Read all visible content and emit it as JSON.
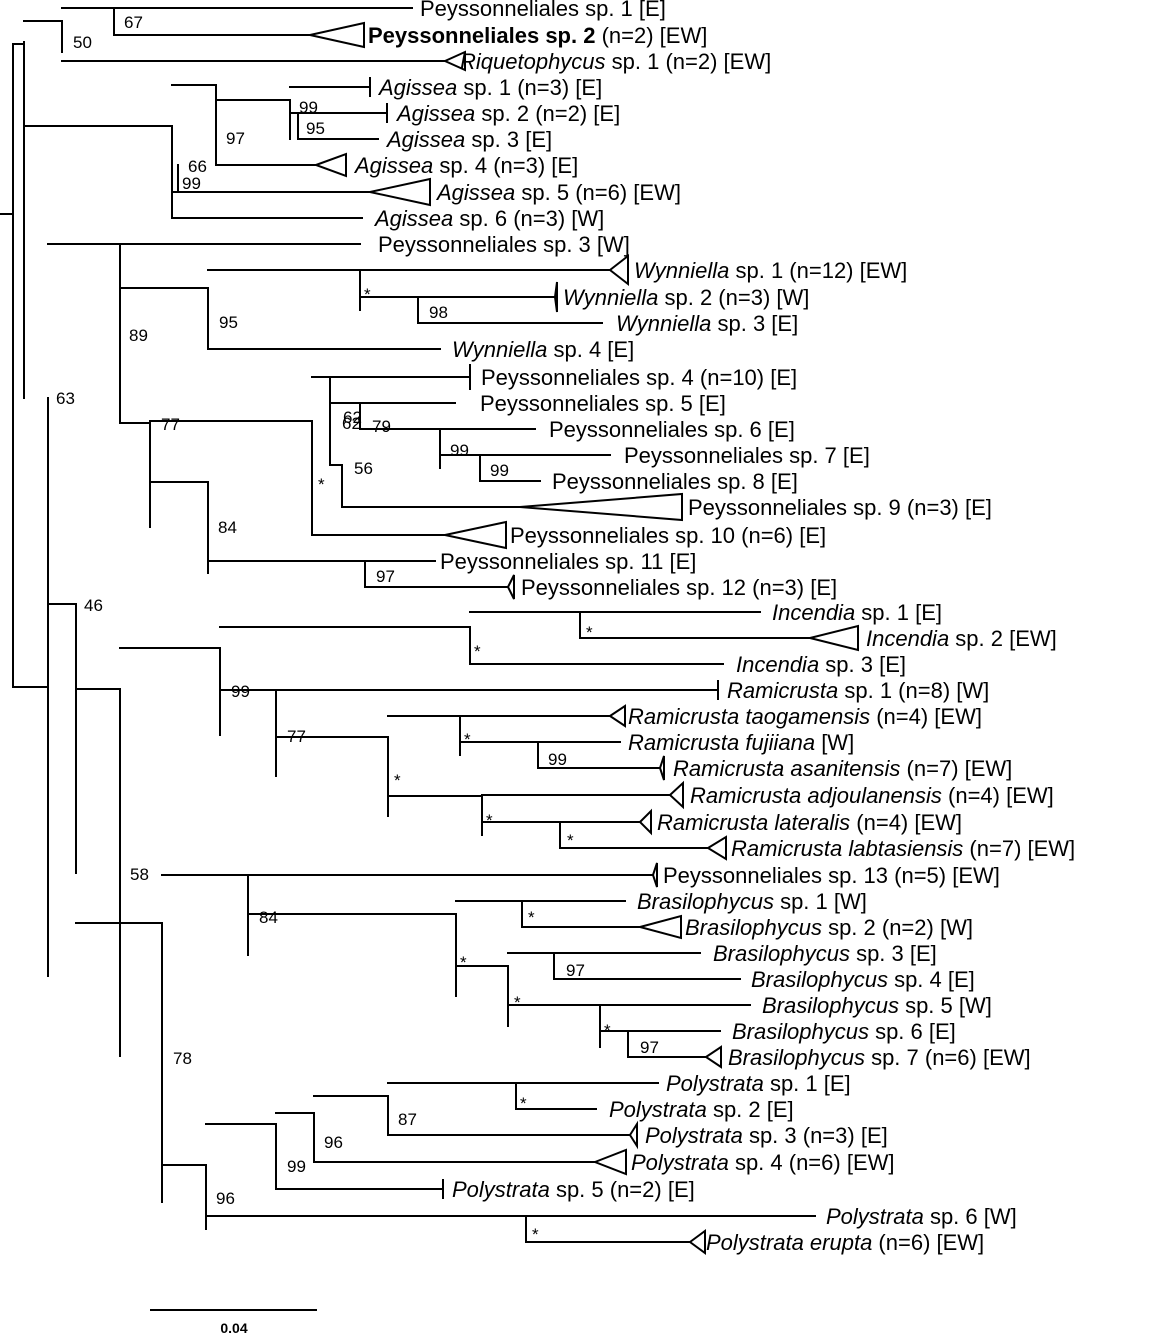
{
  "tree": {
    "scale_bar_label": "0.04",
    "tips": [
      {
        "genus": "",
        "rest": "Peyssonneliales sp. 1 [E]"
      },
      {
        "genus": "",
        "rest": "Peyssonneliales sp. 2",
        "after": " (n=2) [EW]",
        "bold": true
      },
      {
        "genus": "Riquetophycus",
        "rest": " sp. 1 (n=2) [EW]"
      },
      {
        "genus": "Agissea",
        "rest": " sp. 1 (n=3) [E]"
      },
      {
        "genus": "Agissea",
        "rest": " sp. 2 (n=2) [E]"
      },
      {
        "genus": "Agissea",
        "rest": " sp. 3 [E]"
      },
      {
        "genus": "Agissea",
        "rest": " sp. 4 (n=3) [E]"
      },
      {
        "genus": "Agissea",
        "rest": " sp. 5 (n=6) [EW]"
      },
      {
        "genus": "Agissea",
        "rest": " sp. 6 (n=3) [W]"
      },
      {
        "genus": "",
        "rest": "Peyssonneliales sp. 3 [W]"
      },
      {
        "genus": "Wynniella",
        "rest": " sp. 1 (n=12) [EW]"
      },
      {
        "genus": "Wynniella",
        "rest": " sp. 2 (n=3) [W]"
      },
      {
        "genus": "Wynniella",
        "rest": " sp. 3 [E]"
      },
      {
        "genus": "Wynniella",
        "rest": " sp. 4 [E]"
      },
      {
        "genus": "",
        "rest": "Peyssonneliales sp. 4 (n=10) [E]"
      },
      {
        "genus": "",
        "rest": "Peyssonneliales sp. 5 [E]"
      },
      {
        "genus": "",
        "rest": "Peyssonneliales sp. 6 [E]"
      },
      {
        "genus": "",
        "rest": "Peyssonneliales sp. 7 [E]"
      },
      {
        "genus": "",
        "rest": "Peyssonneliales sp. 8 [E]"
      },
      {
        "genus": "",
        "rest": "Peyssonneliales sp. 9 (n=3) [E]"
      },
      {
        "genus": "",
        "rest": "Peyssonneliales sp. 10 (n=6) [E]"
      },
      {
        "genus": "",
        "rest": "Peyssonneliales sp. 11 [E]"
      },
      {
        "genus": "",
        "rest": "Peyssonneliales sp. 12 (n=3) [E]"
      },
      {
        "genus": "Incendia",
        "rest": " sp. 1 [E]"
      },
      {
        "genus": "Incendia",
        "rest": " sp. 2 [EW]"
      },
      {
        "genus": "Incendia",
        "rest": " sp. 3 [E]"
      },
      {
        "genus": "Ramicrusta",
        "rest": " sp. 1 (n=8) [W]"
      },
      {
        "genus": "Ramicrusta taogamensis",
        "rest": " (n=4) [EW]"
      },
      {
        "genus": "Ramicrusta fujiiana",
        "rest": " [W]"
      },
      {
        "genus": "Ramicrusta asanitensis",
        "rest": " (n=7) [EW]"
      },
      {
        "genus": "Ramicrusta adjoulanensis",
        "rest": " (n=4) [EW]"
      },
      {
        "genus": "Ramicrusta lateralis",
        "rest": " (n=4) [EW]"
      },
      {
        "genus": "Ramicrusta labtasiensis",
        "rest": " (n=7) [EW]"
      },
      {
        "genus": "",
        "rest": "Peyssonneliales sp. 13 (n=5) [EW]"
      },
      {
        "genus": "Brasilophycus",
        "rest": " sp. 1 [W]"
      },
      {
        "genus": "Brasilophycus",
        "rest": " sp. 2 (n=2) [W]"
      },
      {
        "genus": "Brasilophycus",
        "rest": " sp. 3 [E]"
      },
      {
        "genus": "Brasilophycus",
        "rest": " sp. 4 [E]"
      },
      {
        "genus": "Brasilophycus",
        "rest": " sp. 5 [W]"
      },
      {
        "genus": "Brasilophycus",
        "rest": " sp. 6 [E]"
      },
      {
        "genus": "Brasilophycus",
        "rest": " sp. 7 (n=6) [EW]"
      },
      {
        "genus": "Polystrata",
        "rest": " sp. 1 [E]"
      },
      {
        "genus": "Polystrata",
        "rest": " sp. 2 [E]"
      },
      {
        "genus": "Polystrata",
        "rest": " sp. 3 (n=3) [E]"
      },
      {
        "genus": "Polystrata",
        "rest": " sp. 4 (n=6) [EW]"
      },
      {
        "genus": "Polystrata",
        "rest": " sp. 5 (n=2) [E]"
      },
      {
        "genus": "Polystrata",
        "rest": " sp. 6 [W]"
      },
      {
        "genus": "Polystrata erupta",
        "rest": " (n=6) [EW]"
      }
    ],
    "supports": [
      "67",
      "50",
      "99",
      "95",
      "97",
      "66",
      "99",
      "63",
      "89",
      "95",
      "98",
      "77",
      "84",
      "62",
      "79",
      "99",
      "99",
      "56",
      "97",
      "46",
      "58",
      "99",
      "77",
      "99",
      "84",
      "78",
      "97",
      "87",
      "96",
      "99",
      "96"
    ],
    "star_label": "*"
  }
}
